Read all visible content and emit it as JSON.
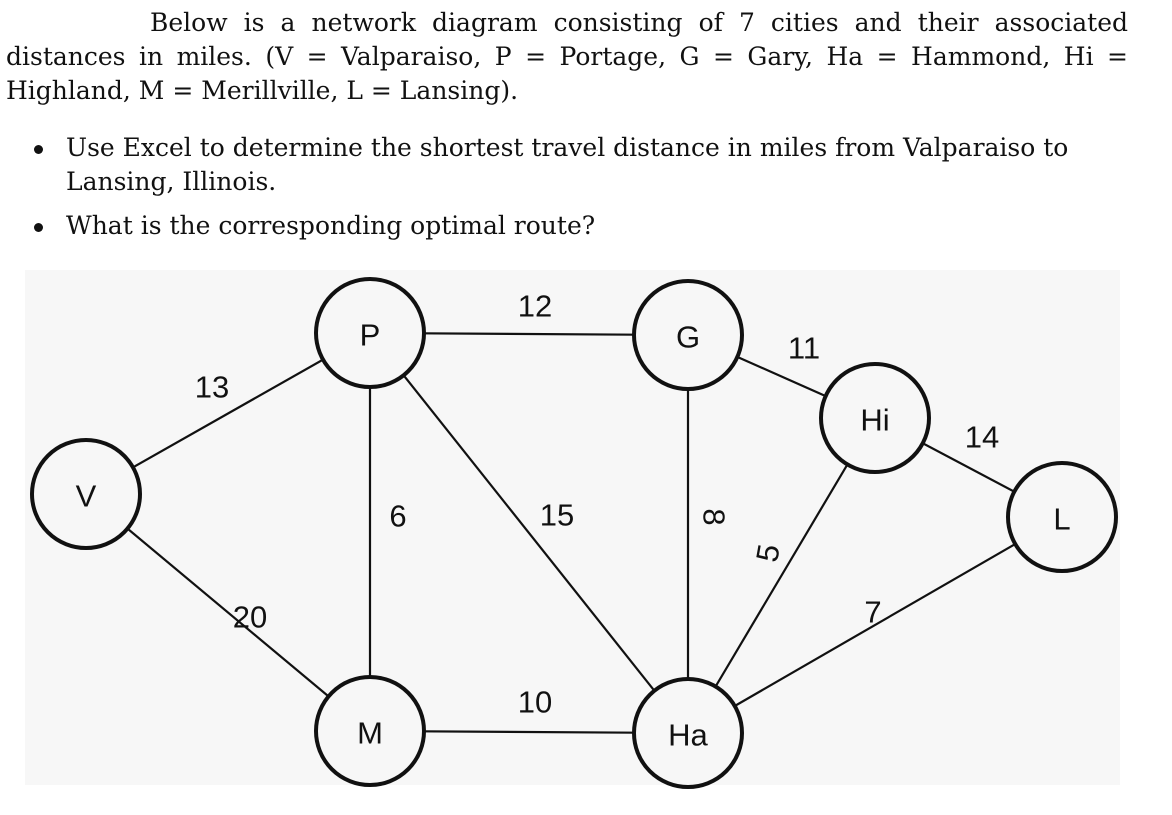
{
  "intro": "Below is a network diagram consisting of 7 cities and their associated distances in miles. (V = Valparaiso, P = Portage, G = Gary, Ha = Hammond, Hi = Highland, M = Merillville, L = Lansing).",
  "bullets": [
    "Use Excel to determine the shortest travel distance in miles from Valparaiso to Lansing, Illinois.",
    "What is the corresponding optimal route?"
  ],
  "diagram": {
    "nodes": {
      "V": "V",
      "P": "P",
      "G": "G",
      "Hi": "Hi",
      "L": "L",
      "M": "M",
      "Ha": "Ha"
    },
    "edges": {
      "V_P": "13",
      "P_G": "12",
      "G_Hi": "11",
      "Hi_L": "14",
      "P_M": "6",
      "P_Ha": "15",
      "G_Ha": "8",
      "Hi_Ha": "5",
      "V_M": "20",
      "Ha_L": "7",
      "M_Ha": "10"
    }
  }
}
